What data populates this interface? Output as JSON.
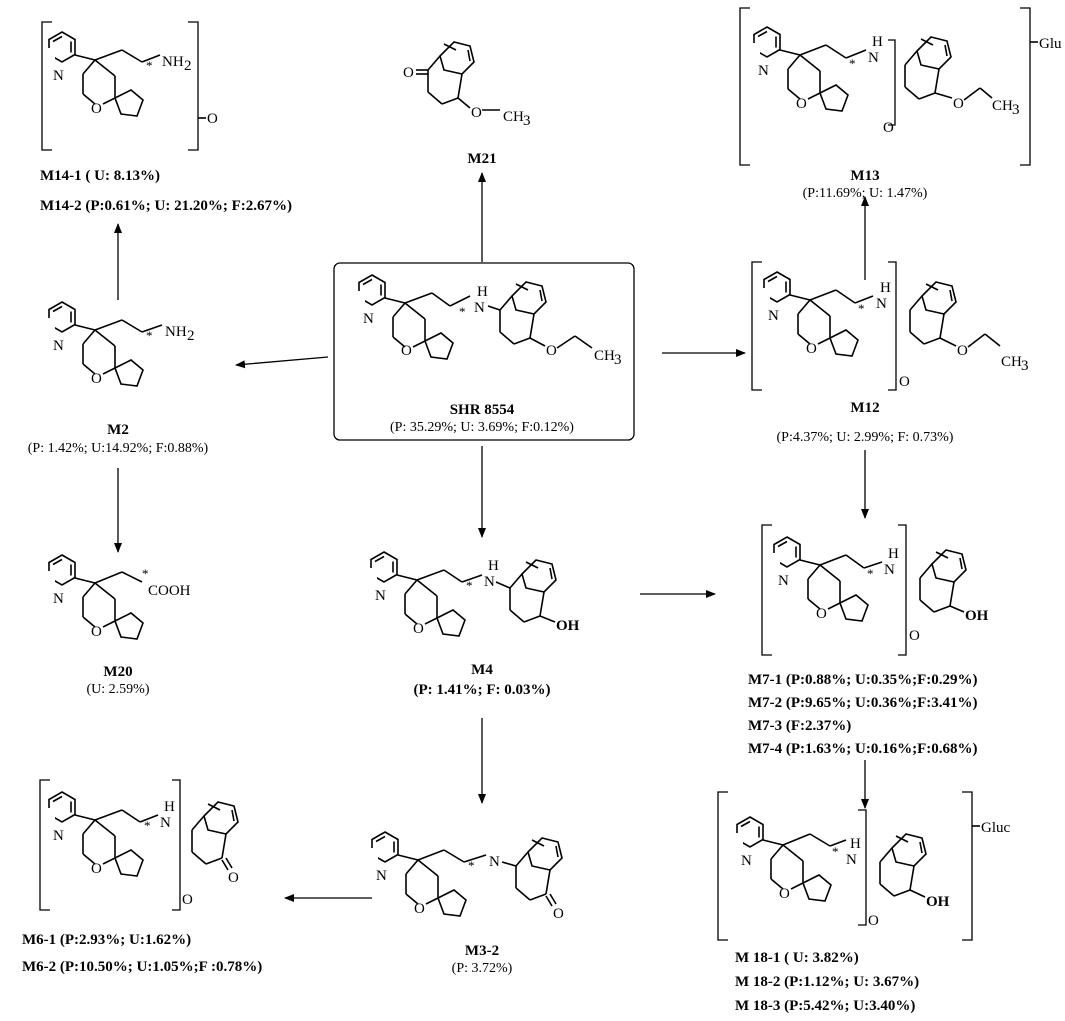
{
  "compounds": {
    "shr": {
      "name": "SHR 8554",
      "detail": "(P: 35.29%; U: 3.69%; F:0.12%)"
    },
    "m14": {
      "line1": "M14-1 ( U: 8.13%)",
      "line2": "M14-2 (P:0.61%; U: 21.20%; F:2.67%)"
    },
    "m21": {
      "name": "M21"
    },
    "m13": {
      "name": "M13",
      "detail": "(P:11.69%; U: 1.47%)"
    },
    "m2": {
      "name": "M2",
      "detail": "(P: 1.42%; U:14.92%; F:0.88%)"
    },
    "m12": {
      "name": "M12",
      "detail": "(P:4.37%; U: 2.99%; F: 0.73%)"
    },
    "m20": {
      "name": "M20",
      "detail": "(U: 2.59%)"
    },
    "m4": {
      "name": "M4",
      "detail": "(P: 1.41%; F: 0.03%)"
    },
    "m7": {
      "lines": [
        "M7-1 (P:0.88%; U:0.35%;F:0.29%)",
        "M7-2 (P:9.65%; U:0.36%;F:3.41%)",
        "M7-3 (F:2.37%)",
        "M7-4 (P:1.63%; U:0.16%;F:0.68%)"
      ]
    },
    "m6": {
      "line1": "M6-1 (P:2.93%; U:1.62%)",
      "line2": "M6-2 (P:10.50%; U:1.05%;F :0.78%)"
    },
    "m3": {
      "name": "M3-2",
      "detail": "(P: 3.72%)"
    },
    "m18": {
      "lines": [
        "M 18-1 ( U: 3.82%)",
        "M 18-2 (P:1.12%; U: 3.67%)",
        "M 18-3 (P:5.42%; U:3.40%)"
      ]
    }
  },
  "atoms": {
    "N": "N",
    "O": "O",
    "H": "H",
    "NH2": "NH",
    "two": "2",
    "OH": "OH",
    "COOH": "COOH",
    "CH3": "CH",
    "three": "3",
    "star": "*"
  },
  "conjugates": {
    "gluc": "Gluc",
    "glu": "Glu",
    "oxide": "O"
  }
}
